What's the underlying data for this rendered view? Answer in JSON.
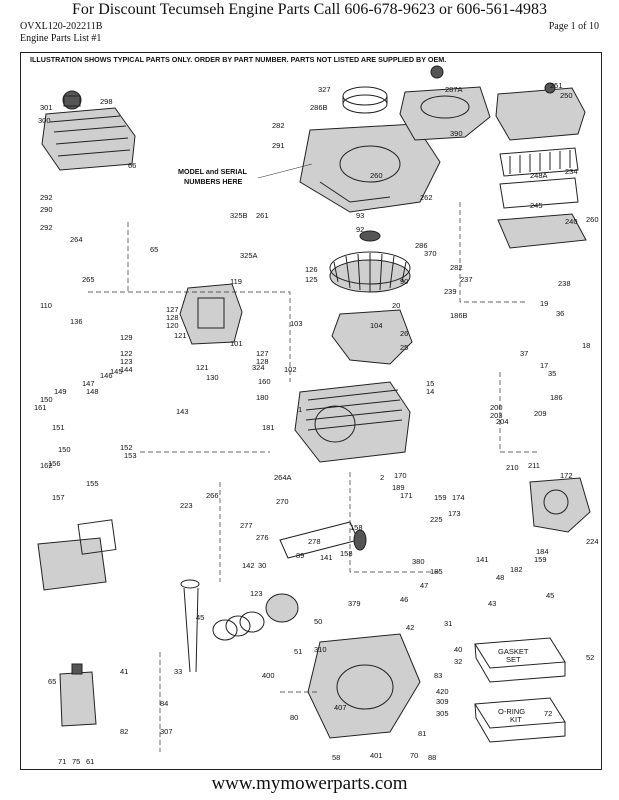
{
  "header": {
    "title": "For  Discount Tecumseh Engine Parts Call 606-678-9623 or 606-561-4983",
    "model_code": "OVXL120-202211B",
    "page_label": "Page 1 of 10",
    "list_name": "Engine Parts List #1"
  },
  "diagram": {
    "illustration_note": "ILLUSTRATION SHOWS TYPICAL PARTS ONLY. ORDER BY PART NUMBER. PARTS NOT LISTED ARE SUPPLIED BY OEM.",
    "model_serial_line1": "MODEL and SERIAL",
    "model_serial_line2": "NUMBERS HERE",
    "gasket_set_line1": "GASKET",
    "gasket_set_line2": "SET",
    "oring_kit_line1": "O-RING",
    "oring_kit_line2": "KIT",
    "part_labels": [
      "327",
      "287A",
      "251",
      "250",
      "301",
      "298",
      "300",
      "286B",
      "282",
      "291",
      "390",
      "292",
      "290",
      "292",
      "66",
      "260",
      "262",
      "248A",
      "234",
      "245",
      "240",
      "260",
      "325B",
      "261",
      "93",
      "92",
      "286",
      "370",
      "264",
      "65",
      "325A",
      "265",
      "119",
      "126",
      "125",
      "90",
      "282",
      "237",
      "238",
      "110",
      "127",
      "128",
      "120",
      "20",
      "239",
      "186B",
      "19",
      "136",
      "129",
      "121",
      "103",
      "104",
      "26",
      "36",
      "18",
      "101",
      "25",
      "37",
      "17",
      "35",
      "122",
      "123",
      "127",
      "128",
      "324",
      "102",
      "146",
      "145",
      "144",
      "147",
      "148",
      "150",
      "149",
      "121",
      "130",
      "160",
      "15",
      "14",
      "186",
      "161",
      "180",
      "143",
      "1",
      "200",
      "203",
      "204",
      "151",
      "150",
      "156",
      "152",
      "181",
      "153",
      "209",
      "210",
      "211",
      "158",
      "162",
      "157",
      "155",
      "264A",
      "2",
      "189",
      "170",
      "171",
      "159",
      "172",
      "174",
      "225",
      "173",
      "223",
      "266",
      "270",
      "277",
      "276",
      "278",
      "30",
      "141",
      "158",
      "89",
      "142",
      "141",
      "159",
      "224",
      "184",
      "182",
      "380",
      "185",
      "47",
      "46",
      "48",
      "45",
      "123",
      "379",
      "43",
      "45",
      "50",
      "42",
      "31",
      "51",
      "52",
      "41",
      "33",
      "400",
      "407",
      "310",
      "40",
      "32",
      "65",
      "83",
      "84",
      "420",
      "82",
      "307",
      "80",
      "309",
      "305",
      "72",
      "81",
      "58",
      "401",
      "70",
      "88",
      "71",
      "75",
      "61"
    ],
    "footer_url": "www.mymowerparts.com"
  }
}
